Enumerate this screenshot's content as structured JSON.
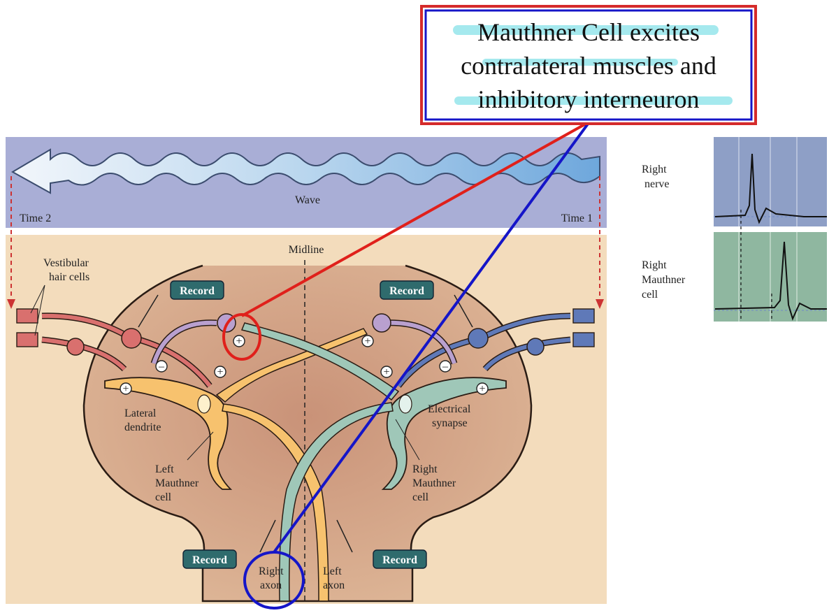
{
  "callout": {
    "line1": "Mauthner Cell excites",
    "line2": "contralateral muscles and",
    "line3": "inhibitory interneuron"
  },
  "labels": {
    "wave": "Wave",
    "time2": "Time 2",
    "time1": "Time 1",
    "midline": "Midline",
    "vestibular_1": "Vestibular",
    "vestibular_2": "hair cells",
    "lateral_1": "Lateral",
    "lateral_2": "dendrite",
    "left_m_1": "Left",
    "left_m_2": "Mauthner",
    "left_m_3": "cell",
    "right_m_1": "Right",
    "right_m_2": "Mauthner",
    "right_m_3": "cell",
    "elec_1": "Electrical",
    "elec_2": "synapse",
    "right_axon_1": "Right",
    "right_axon_2": "axon",
    "left_axon_1": "Left",
    "left_axon_2": "axon",
    "record": "Record",
    "plus": "+",
    "minus": "–"
  },
  "traces": {
    "nerve_1": "Right",
    "nerve_2": "nerve",
    "mauthner_1": "Right",
    "mauthner_2": "Mauthner",
    "mauthner_3": "cell"
  },
  "colors": {
    "wave_band": "#a9aed6",
    "brain_bg": "#f3dcbc",
    "brain_fill": "#d8a98a",
    "left_cell": "#f7c26e",
    "right_cell": "#9fc7b8",
    "red_neuron": "#d9706e",
    "blue_neuron": "#5f79b8",
    "purple_neuron": "#b9a0cf",
    "record_box": "#2f6b6d",
    "callout_border_outer": "#d52b2b",
    "callout_border_inner": "#1515c8",
    "highlight": "#8fe4ea",
    "trace_top_bg": "#8e9fc6",
    "trace_bottom_bg": "#8fb7a0"
  }
}
